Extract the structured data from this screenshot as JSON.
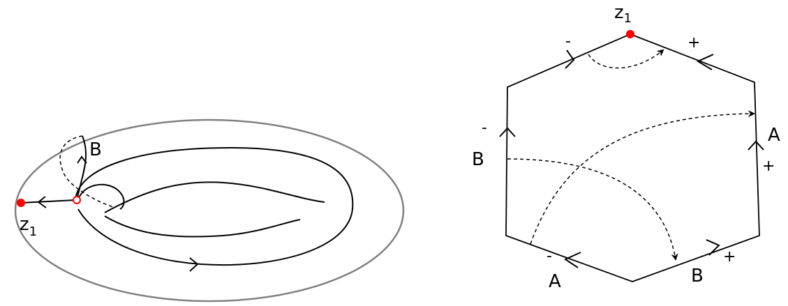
{
  "torus": {
    "point_main": "z",
    "point_sub": "1",
    "loop_label": "B"
  },
  "polygon": {
    "point_main": "z",
    "point_sub": "1",
    "labels": {
      "left_B": "B",
      "right_A": "A",
      "bottom_A": "A",
      "bottom_B": "B"
    },
    "signs": {
      "top_left": "-",
      "top_right": "+",
      "left": "-",
      "right": "+",
      "bottom_left": "-",
      "bottom_right": "+"
    }
  },
  "colors": {
    "point": "#ff0000",
    "stroke": "#000000",
    "outer_ring": "#808080"
  }
}
